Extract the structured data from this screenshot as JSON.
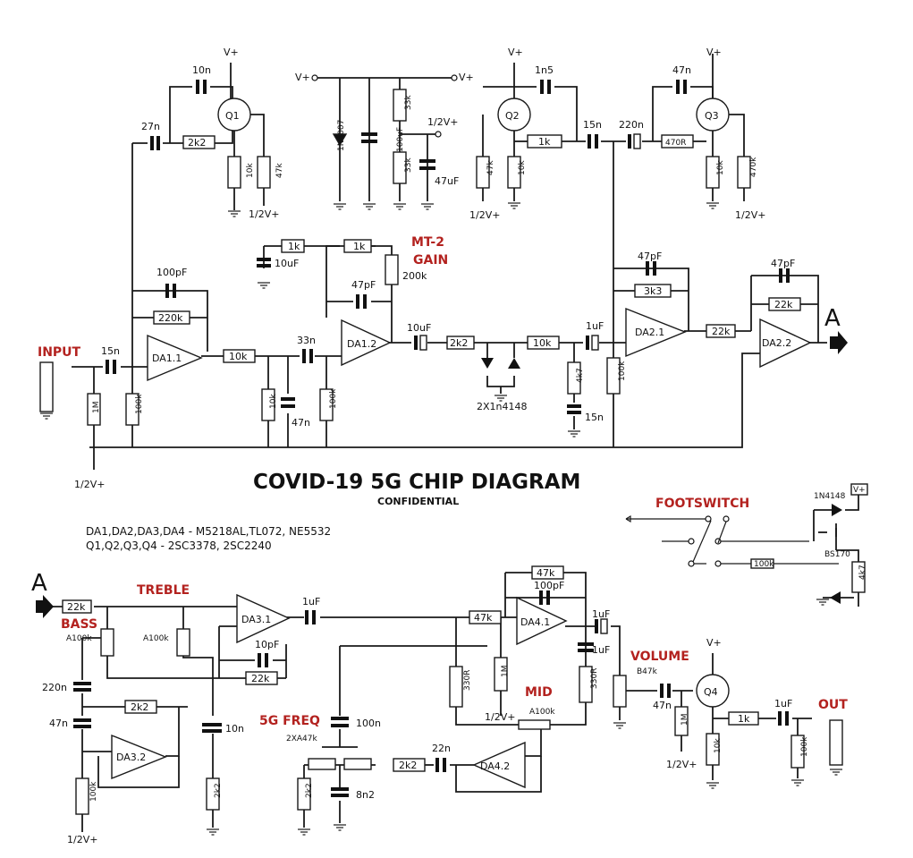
{
  "title": "COVID-19 5G CHIP DIAGRAM",
  "subtitle": "CONFIDENTIAL",
  "parts_list": [
    "DA1,DA2,DA3,DA4 - M5218AL,TL072, NE5532",
    "Q1,Q2,Q3,Q4 - 2SC3378, 2SC2240"
  ],
  "section_labels": {
    "input": "INPUT",
    "mt2_gain_1": "MT-2",
    "mt2_gain_2": "GAIN",
    "footswitch": "FOOTSWITCH",
    "treble": "TREBLE",
    "bass": "BASS",
    "freq_5g": "5G FREQ",
    "mid": "MID",
    "volume": "VOLUME",
    "out": "OUT"
  },
  "connector": "A",
  "supply": {
    "vplus": "V+",
    "half": "1/2V+"
  },
  "opamps": {
    "da11": "DA1.1",
    "da12": "DA1.2",
    "da21": "DA2.1",
    "da22": "DA2.2",
    "da31": "DA3.1",
    "da32": "DA3.2",
    "da41": "DA4.1",
    "da42": "DA4.2"
  },
  "transistors": {
    "q1": "Q1",
    "q2": "Q2",
    "q3": "Q3",
    "q4": "Q4"
  },
  "components": {
    "c_10n_q1": "10n",
    "c_27n": "27n",
    "r_2k2_q1": "2k2",
    "r_10k_q1": "10k",
    "r_47k_q1": "47k",
    "d_1n4007": "1N4007",
    "c_100uf": "100uF",
    "r_33k_a": "33k",
    "r_33k_b": "33k",
    "c_47uf": "47uF",
    "c_1n5": "1n5",
    "r_1k_q2": "1k",
    "r_47k_q2": "47k",
    "r_10k_q2": "10k",
    "c_15n_q2": "15n",
    "c_220n_q3": "220n",
    "c_47n_q3": "47n",
    "r_470r": "470R",
    "r_10k_q3": "10k",
    "r_470k_q3": "470k",
    "r_1k_g1": "1k",
    "r_1k_g2": "1k",
    "c_10uf_g": "10uF",
    "pot_200k": "200k",
    "c_100pf": "100pF",
    "r_220k": "220k",
    "c_15n_in": "15n",
    "r_1m": "1M",
    "r_100k_in": "100k",
    "r_10k_a": "10k",
    "c_33n": "33n",
    "r_10k_b": "10k",
    "c_47n_a": "47n",
    "r_100k_b": "100k",
    "c_47pf_a": "47pF",
    "c_10uf_b": "10uF",
    "r_2k2_b": "2k2",
    "diodes": "2X1n4148",
    "r_10k_c": "10k",
    "c_1uf_a": "1uF",
    "r_4k7": "4k7",
    "c_15n_b": "15n",
    "r_100k_c": "100k",
    "c_47pf_b": "47pF",
    "r_3k3": "3k3",
    "r_22k_a": "22k",
    "c_47pf_c": "47pF",
    "r_22k_b": "22k",
    "fs_diode": "1N4148",
    "fs_vplus": "V+",
    "fs_tr": "BS170",
    "fs_r1": "100k",
    "fs_r2": "4k7",
    "r_22k_c": "22k",
    "pot_a100k_bass": "A100k",
    "pot_a100k_treble": "A100k",
    "c_1uf_b": "1uF",
    "c_10pf": "10pF",
    "r_22k_d": "22k",
    "c_220n_b": "220n",
    "c_47n_b": "47n",
    "r_2k2_c": "2k2",
    "c_10n_b": "10n",
    "r_100k_d": "100k",
    "r_2k2_d": "2k2",
    "r_47k_d": "47k",
    "c_100pf_b": "100pF",
    "r_47k_e": "47k",
    "c_1uf_c": "1uF",
    "c_1uf_d": "1uF",
    "r_330r_a": "330R",
    "r_1m_b": "1M",
    "r_330r_b": "330R",
    "pot_a100k_mid": "A100k",
    "c_100n": "100n",
    "pot_2xa47k": "2XA47k",
    "r_2k2_e": "2k2",
    "c_22n": "22n",
    "r_2k2_f": "2k2",
    "c_8n2": "8n2",
    "pot_b47k": "B47k",
    "c_47n_c": "47n",
    "r_1m_c": "1M",
    "r_10k_d": "10k",
    "r_1k_out": "1k",
    "c_1uf_out": "1uF",
    "r_100k_out": "100k"
  }
}
